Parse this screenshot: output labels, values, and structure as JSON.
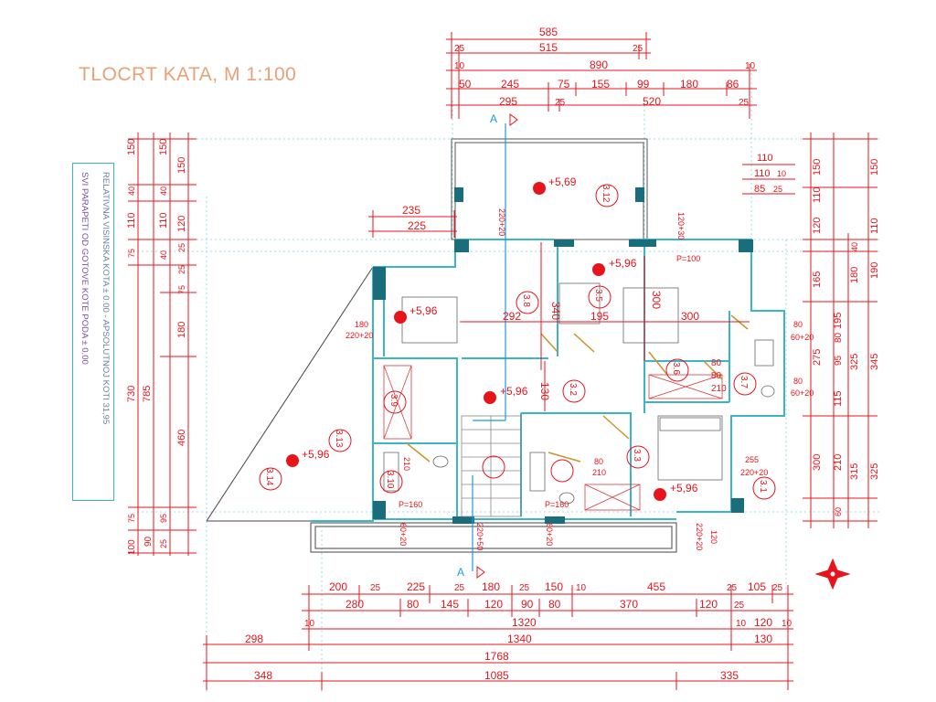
{
  "title": "TLOCRT KATA, M 1:100",
  "notes": {
    "line1": "RELATIVNA VISINSKA KOTA ± 0.00 - APSOLUTNOJ KOTI 31,95",
    "line2": "SVI PARAPETI OD GOTOVE KOTE PODA ± 0.00"
  },
  "top_dims": {
    "row1": [
      "585"
    ],
    "row2": [
      "25",
      "515",
      "25"
    ],
    "row3": [
      "10",
      "890",
      "10"
    ],
    "row4": [
      "50",
      "245",
      "75",
      "155",
      "99",
      "180",
      "86"
    ],
    "row5": [
      "295",
      "25",
      "520",
      "25"
    ]
  },
  "bottom_dims": {
    "row1": [
      "200",
      "25",
      "225",
      "25",
      "180",
      "25",
      "150",
      "10",
      "455",
      "25",
      "105",
      "25"
    ],
    "row2": [
      "280",
      "80",
      "145",
      "120",
      "90",
      "80",
      "370",
      "120",
      "25"
    ],
    "row3": [
      "10",
      "1320",
      "10",
      "120",
      "10"
    ],
    "row4": [
      "298",
      "1340",
      "130"
    ],
    "row5": [
      "1768"
    ],
    "row6": [
      "348",
      "1085",
      "335"
    ]
  },
  "left_dims": {
    "col1": [
      "150",
      "40",
      "110",
      "75",
      "730",
      "785",
      "75",
      "90",
      "100"
    ],
    "col2": [
      "150",
      "40",
      "110",
      "40",
      "180",
      "460",
      "95",
      "25"
    ],
    "col3": [
      "150",
      "120",
      "25",
      "25",
      "75"
    ]
  },
  "right_dims": {
    "col1": [
      "150",
      "110",
      "120",
      "165",
      "195",
      "275",
      "115",
      "300"
    ],
    "col2": [
      "40",
      "180",
      "80",
      "95",
      "325",
      "210",
      "315"
    ],
    "col3": [
      "150",
      "110",
      "190",
      "345",
      "325",
      "60"
    ],
    "small": [
      "110",
      "110",
      "10",
      "85",
      "25"
    ]
  },
  "levels": [
    "+5,69",
    "+5,96",
    "+5,96",
    "+5,96",
    "+5,96",
    "+5,96"
  ],
  "rooms": [
    "3.12",
    "3.5",
    "3.8",
    "3.6",
    "3.7",
    "3.2",
    "3.9",
    "3.13",
    "3.14",
    "3.10",
    "3.3",
    "3.1"
  ],
  "openings": [
    "220+20",
    "120+30",
    "P=100",
    "180",
    "220+20",
    "60+20",
    "60+20",
    "220+20",
    "80",
    "210",
    "255",
    "210",
    "P=160",
    "P=160",
    "60+20",
    "60+20",
    "220+50",
    "120",
    "220+20",
    "80",
    "80"
  ],
  "inner_dims": [
    "235",
    "225",
    "340",
    "292",
    "195",
    "300",
    "300",
    "130",
    "80",
    "80",
    "210"
  ],
  "section_label": "A",
  "colors": {
    "dimension": "#e8141b",
    "wall": "#3bb6c7",
    "title": "#e8a178",
    "stair": "#1a9be0",
    "hatch": "#c8962a"
  }
}
